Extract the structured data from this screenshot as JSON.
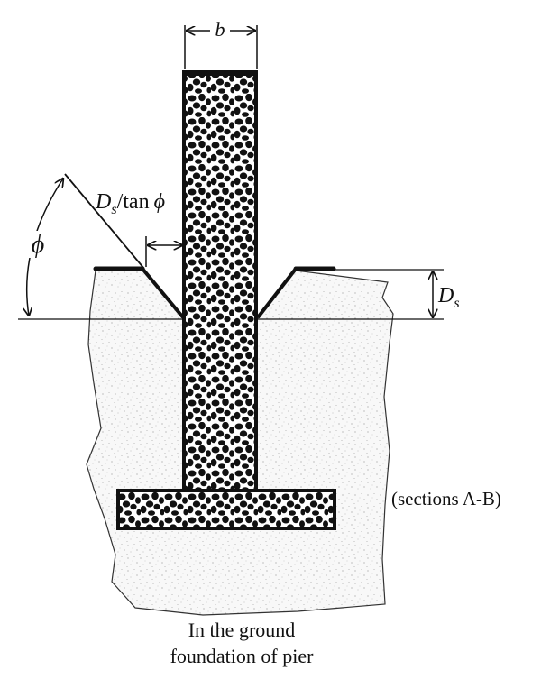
{
  "labels": {
    "width_symbol": "b",
    "offset_D": "D",
    "offset_sub": "s",
    "offset_rest": "/tan",
    "angle_symbol": "ϕ",
    "depth_D": "D",
    "depth_sub": "s",
    "section_label": "(sections A-B)",
    "caption_line1": "In the ground",
    "caption_line2": "foundation of pier"
  },
  "colors": {
    "ink": "#111111",
    "ground_fill": "#f7f7f7",
    "ground_speckle": "#9a9a9a",
    "concrete_bg": "#ffffff"
  }
}
